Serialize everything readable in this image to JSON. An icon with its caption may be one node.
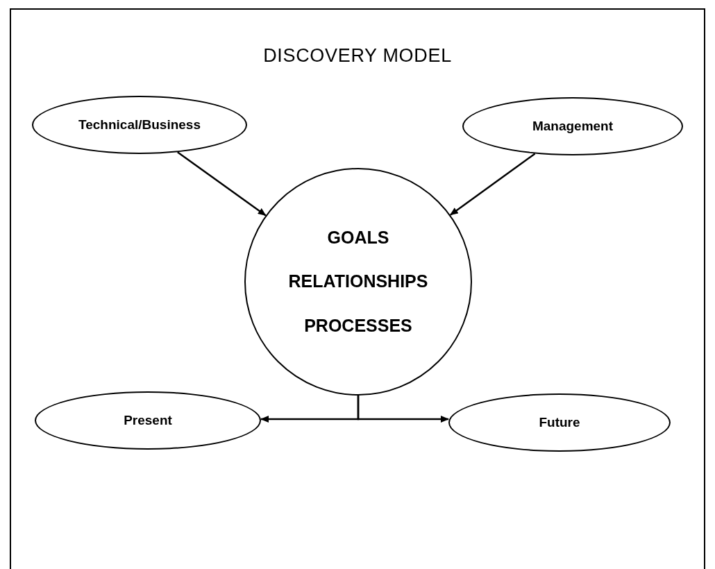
{
  "diagram": {
    "title": "DISCOVERY MODEL",
    "nodes": [
      {
        "text": [
          "Technical/Business"
        ]
      },
      {
        "text": [
          "Management"
        ]
      },
      {
        "text": [
          "GOALS",
          "RELATIONSHIPS",
          "PROCESSES"
        ]
      },
      {
        "text": [
          "Present"
        ]
      },
      {
        "text": [
          "Future"
        ]
      }
    ],
    "edges": [
      {
        "from": 0,
        "to": 2,
        "arrow": "to"
      },
      {
        "from": 1,
        "to": 2,
        "arrow": "to"
      },
      {
        "from": 2,
        "to": 3,
        "arrow": "to"
      },
      {
        "from": 2,
        "to": 4,
        "arrow": "to"
      }
    ]
  }
}
